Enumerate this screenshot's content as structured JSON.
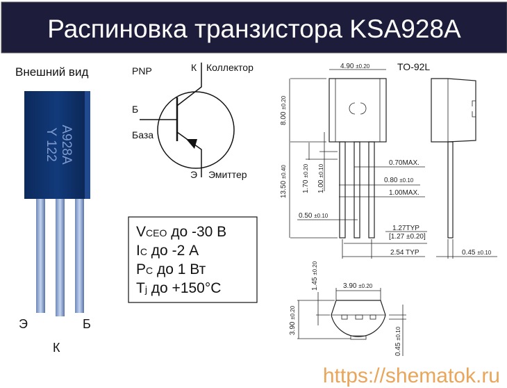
{
  "title": "Распиновка транзистора KSA928A",
  "appearance": {
    "label": "Внешний вид",
    "marking_line1": "A928A",
    "marking_line2": "Y 122",
    "pin_left": "Э",
    "pin_middle": "К",
    "pin_right": "Б"
  },
  "schematic": {
    "type": "PNP",
    "collector_letter": "К",
    "collector_label": "Коллектор",
    "base_letter": "Б",
    "base_label": "База",
    "emitter_letter": "Э",
    "emitter_label": "Эмиттер"
  },
  "specs": [
    {
      "symbol": "V",
      "sub": "CEO",
      "text": " до -30 В"
    },
    {
      "symbol": "I",
      "sub": "C",
      "text": " до -2 А"
    },
    {
      "symbol": "P",
      "sub": "C",
      "text": " до 1 Вт"
    },
    {
      "symbol": "T",
      "sub": "j",
      "text": " до +150°C"
    }
  ],
  "package": {
    "name": "TO-92L",
    "width": "4.90",
    "width_tol": "±0.20",
    "height": "8.00",
    "height_tol": "±0.20",
    "lead_length": "13.50",
    "lead_length_tol": "±0.40",
    "d170": "1.70",
    "d170_tol": "±0.20",
    "d100": "1.00",
    "d100_tol": "±0.10",
    "d070": "0.70MAX.",
    "d080": "0.80",
    "d080_tol": "±0.10",
    "d100max": "1.00MAX.",
    "d050": "0.50",
    "d050_tol": "±0.10",
    "pitch": "1.27TYP",
    "pitch_alt": "[1.27 ±0.20]",
    "span": "2.54 TYP",
    "thick": "0.45",
    "thick_tol": "±0.10",
    "bottom_width": "3.90",
    "bottom_width_tol": "±0.20",
    "bottom_depth": "3.90",
    "bottom_depth_tol": "±0.20",
    "bottom_145": "1.45",
    "bottom_145_tol": "±0.20",
    "bottom_045": "0.45",
    "bottom_045_tol": "±0.10"
  },
  "watermark": "https://shematok.ru"
}
